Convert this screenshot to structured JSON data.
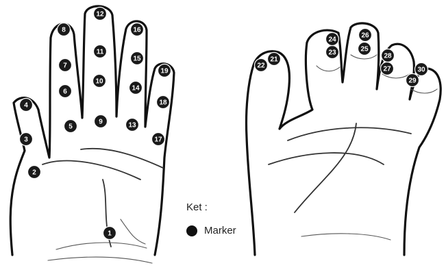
{
  "legend": {
    "title": "Ket :",
    "marker_label": "Marker"
  },
  "markers": [
    {
      "id": "1"
    },
    {
      "id": "2"
    },
    {
      "id": "3"
    },
    {
      "id": "4"
    },
    {
      "id": "5"
    },
    {
      "id": "6"
    },
    {
      "id": "7"
    },
    {
      "id": "8"
    },
    {
      "id": "9"
    },
    {
      "id": "10"
    },
    {
      "id": "11"
    },
    {
      "id": "12"
    },
    {
      "id": "13"
    },
    {
      "id": "14"
    },
    {
      "id": "15"
    },
    {
      "id": "16"
    },
    {
      "id": "17"
    },
    {
      "id": "18"
    },
    {
      "id": "19"
    },
    {
      "id": "21"
    },
    {
      "id": "22"
    },
    {
      "id": "23"
    },
    {
      "id": "24"
    },
    {
      "id": "25"
    },
    {
      "id": "26"
    },
    {
      "id": "27"
    },
    {
      "id": "28"
    },
    {
      "id": "29"
    },
    {
      "id": "30"
    }
  ],
  "colors": {
    "marker_fill": "#1a1a1a",
    "outline": "#111111",
    "background": "#ffffff"
  }
}
